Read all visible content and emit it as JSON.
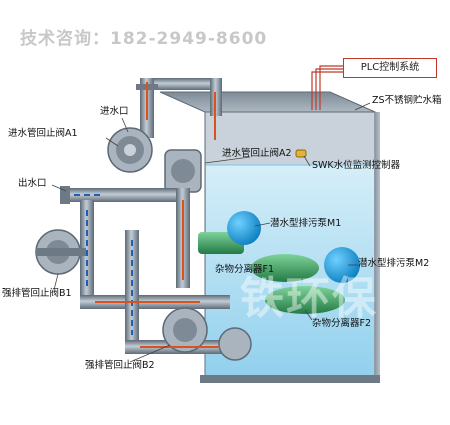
{
  "hotline": "技术咨询：182-2949-8600",
  "plc_system": "PLC控制系统",
  "labels": {
    "inlet": "进水口",
    "inlet_check_valve_a1": "进水管回止阀A1",
    "inlet_check_valve_a2": "进水管回止阀A2",
    "outlet": "出水口",
    "tank": "ZS不锈钢贮水箱",
    "level_controller": "SWK水位监测控制器",
    "pump_m1": "潜水型排污泵M1",
    "pump_m2": "潜水型排污泵M2",
    "separator_f1": "杂物分离器F1",
    "separator_f2": "杂物分离器F2",
    "discharge_valve_b1": "强排管回止阀B1",
    "discharge_valve_b2": "强排管回止阀B2"
  },
  "watermark": "铁环保",
  "colors": {
    "pipe": "#8c99a6",
    "water": "#b5e2f5",
    "pump": "#1b9fd9",
    "separator": "#3aa360",
    "flow_arrow_blue": "#1e5fb8",
    "flow_arrow_orange": "#d9531e",
    "plc_line": "#c0392b"
  }
}
